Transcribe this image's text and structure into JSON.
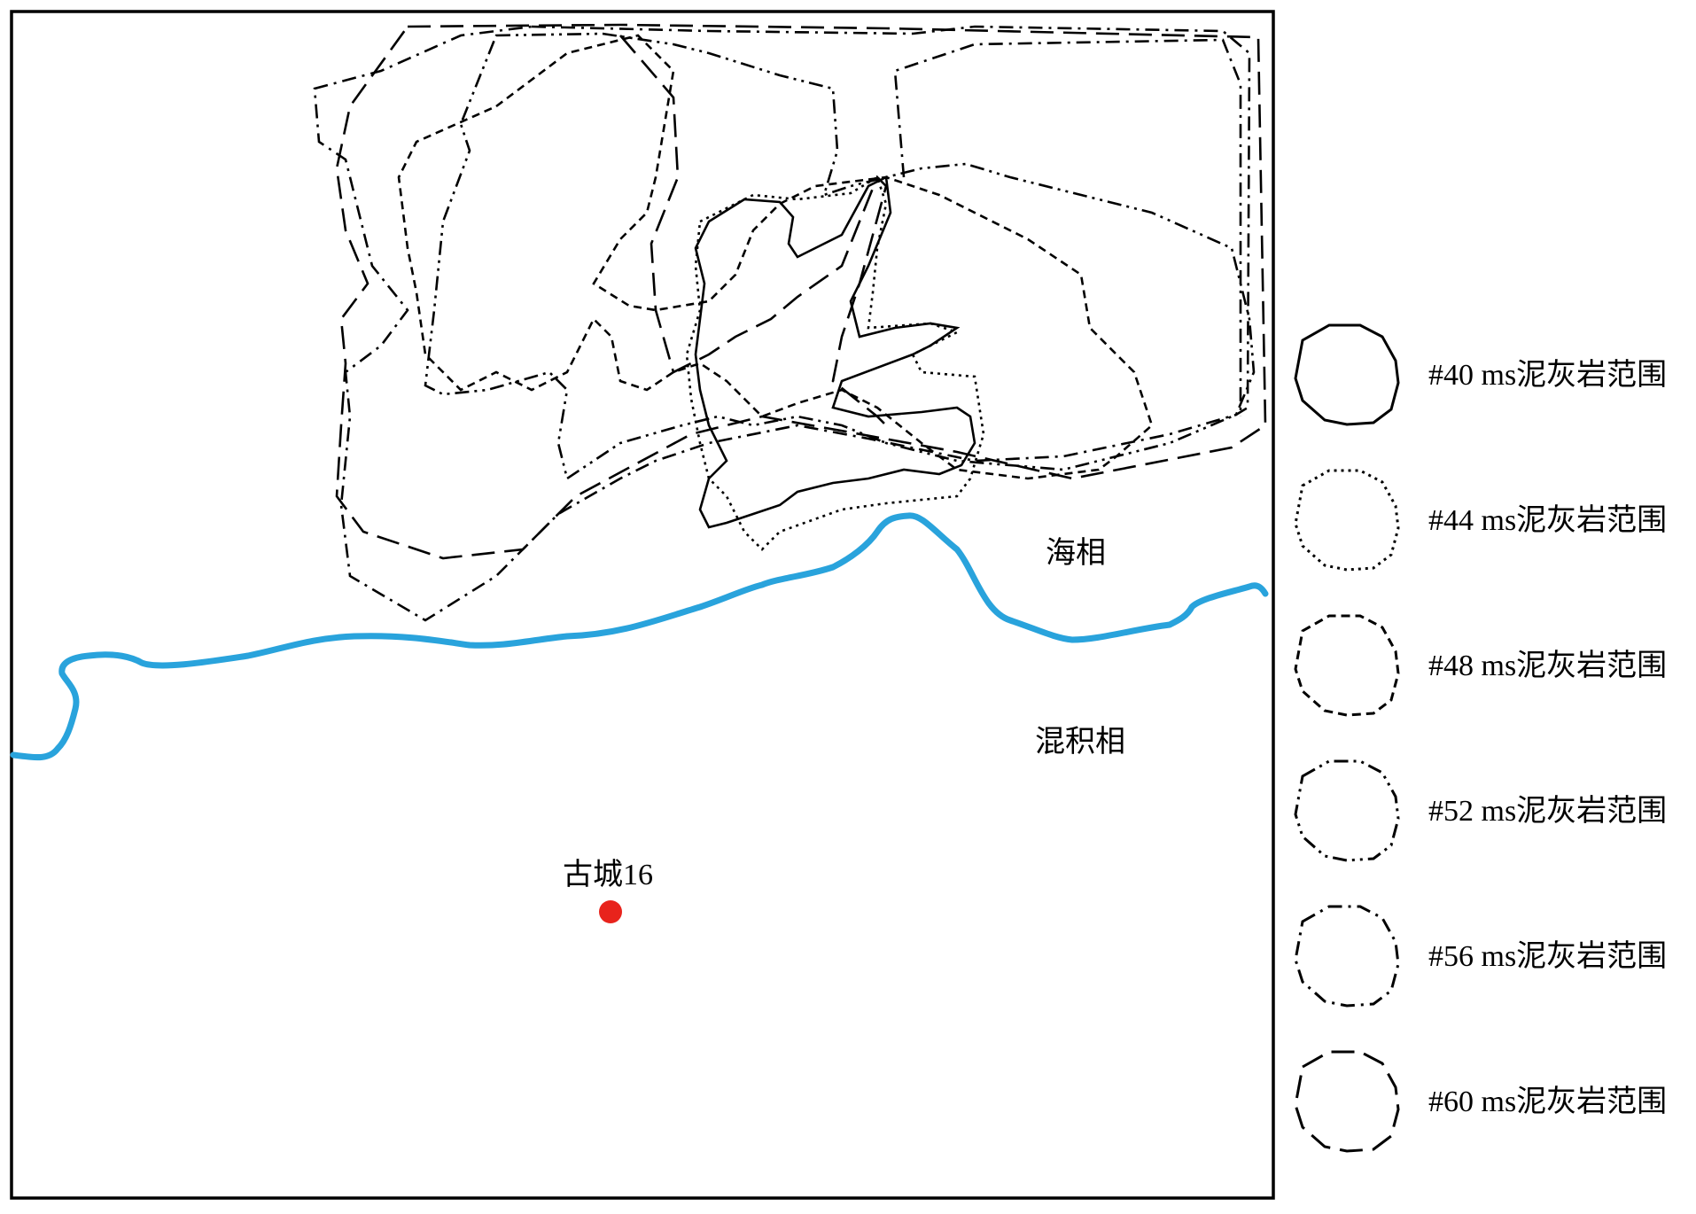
{
  "facies": {
    "marine": "海相",
    "mixed": "混积相"
  },
  "well": {
    "label": "古城16",
    "color": "#e8231c"
  },
  "boundary": {
    "color": "#29a3dc"
  },
  "legend": [
    {
      "label": "#40 ms泥灰岩范围",
      "line": "solid"
    },
    {
      "label": "#44 ms泥灰岩范围",
      "line": "dotted"
    },
    {
      "label": "#48 ms泥灰岩范围",
      "line": "short-dash"
    },
    {
      "label": "#52 ms泥灰岩范围",
      "line": "dash-dot-dot"
    },
    {
      "label": "#56 ms泥灰岩范围",
      "line": "dash-dot"
    },
    {
      "label": "#60 ms泥灰岩范围",
      "line": "long-dash"
    }
  ]
}
